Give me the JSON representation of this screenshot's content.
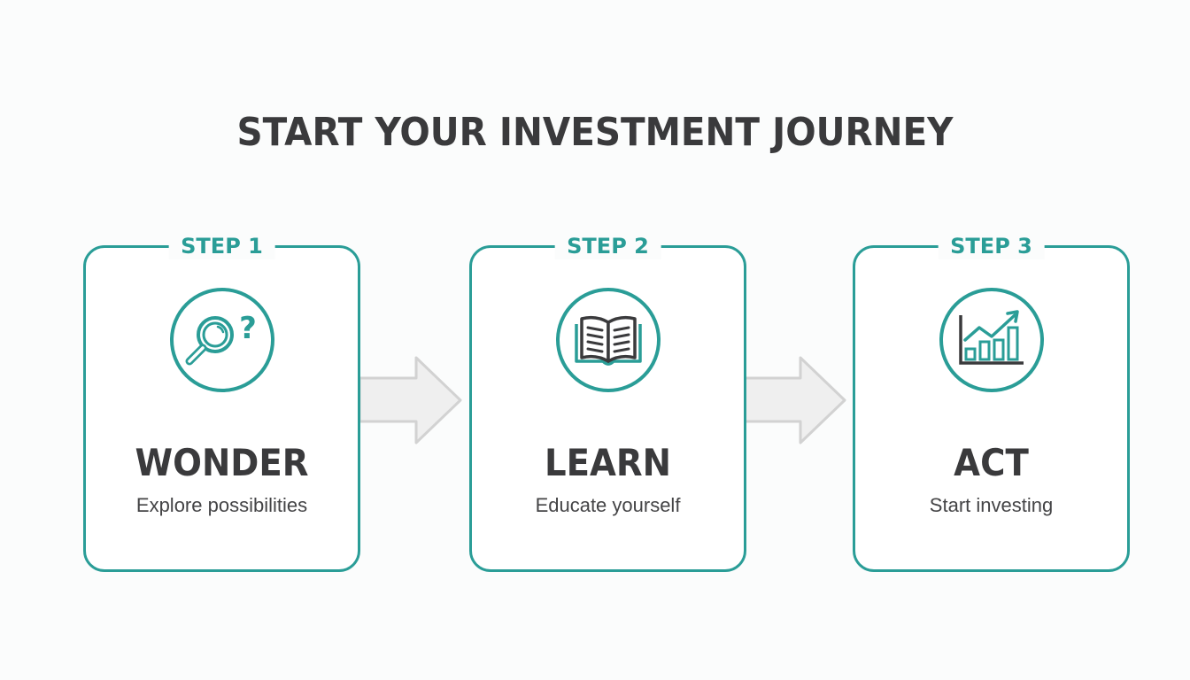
{
  "title": "START YOUR INVESTMENT JOURNEY",
  "colors": {
    "accent": "#2a9d97",
    "text_dark": "#3a3a3c",
    "text_body": "#444446",
    "arrow_fill": "#efefef",
    "arrow_stroke": "#d2d2d2",
    "background": "#fbfcfc"
  },
  "steps": [
    {
      "label": "STEP 1",
      "icon": "magnifier-question-icon",
      "heading": "WONDER",
      "subtitle": "Explore possibilities"
    },
    {
      "label": "STEP 2",
      "icon": "open-book-icon",
      "heading": "LEARN",
      "subtitle": "Educate yourself"
    },
    {
      "label": "STEP 3",
      "icon": "growth-chart-icon",
      "heading": "ACT",
      "subtitle": "Start investing"
    }
  ],
  "connectors": [
    {
      "from": "STEP 1",
      "to": "STEP 2",
      "icon": "arrow-right-icon"
    },
    {
      "from": "STEP 2",
      "to": "STEP 3",
      "icon": "arrow-right-icon"
    }
  ]
}
